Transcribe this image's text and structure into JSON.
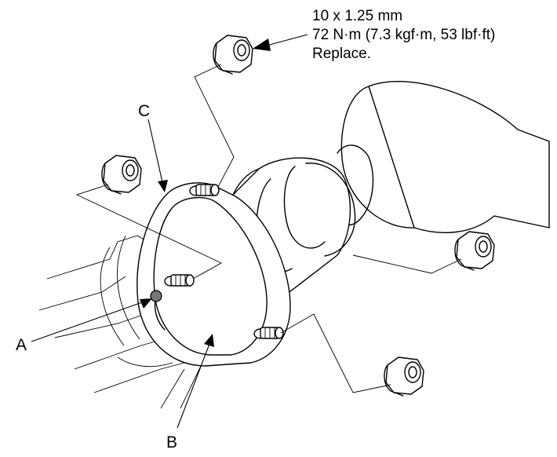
{
  "spec": {
    "line1": "10 x 1.25 mm",
    "line2": "72 N·m (7.3 kgf·m, 53 lbf·ft)",
    "line3": "Replace."
  },
  "callouts": {
    "a": "A",
    "b": "B",
    "c": "C"
  },
  "icons": {
    "nut": "flange-nut-icon",
    "stud": "stud-bolt-icon",
    "converter": "catalytic-converter-icon"
  },
  "colors": {
    "line": "#000000",
    "background": "#ffffff",
    "gasket_dot": "#777777"
  }
}
